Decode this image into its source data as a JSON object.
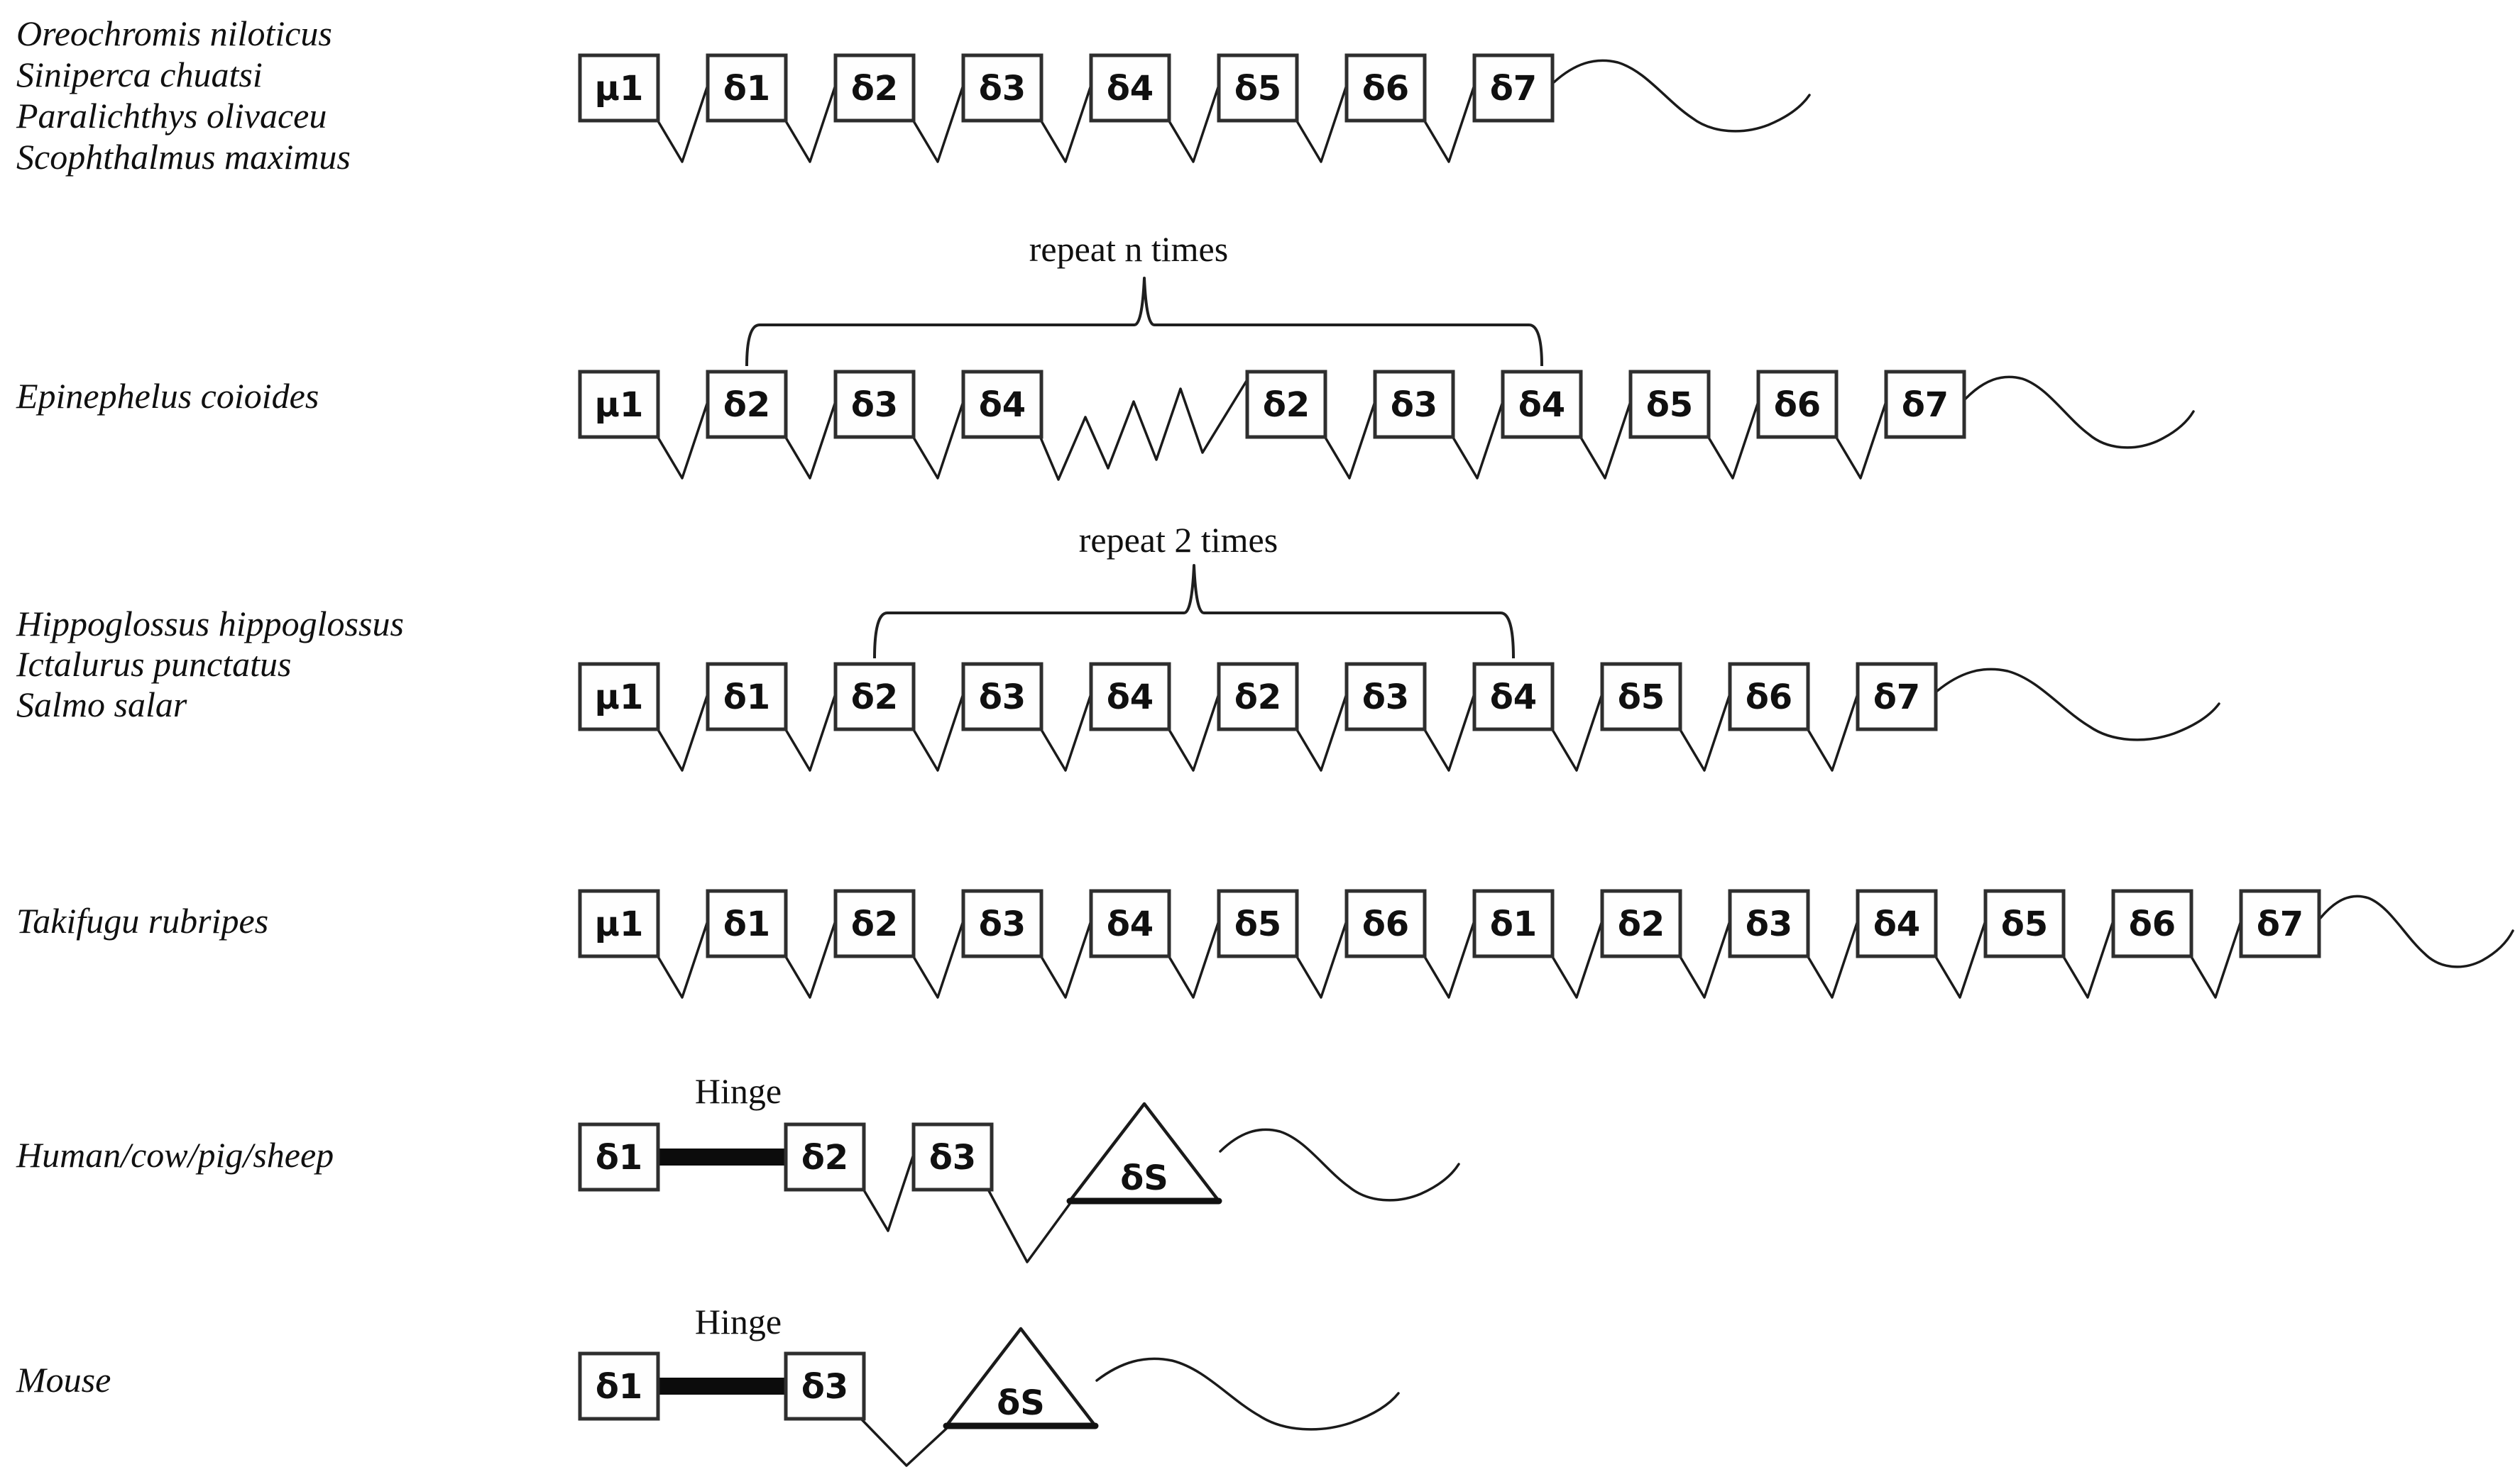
{
  "diagram": {
    "ink_color": "#1a1a1a",
    "background": "#ffffff",
    "rows": [
      {
        "species": [
          "Oreochromis niloticus",
          "Siniperca chuatsi",
          "Paralichthys olivaceu",
          "Scophthalmus maximus"
        ],
        "exons": [
          "μ1",
          "δ1",
          "δ2",
          "δ3",
          "δ4",
          "δ5",
          "δ6",
          "δ7"
        ]
      },
      {
        "species": [
          "Epinephelus coioides"
        ],
        "exons": [
          "μ1",
          "δ2",
          "δ3",
          "δ4",
          "δ2",
          "δ3",
          "δ4",
          "δ5",
          "δ6",
          "δ7"
        ],
        "repeat_label": "repeat n times"
      },
      {
        "species": [
          "Hippoglossus hippoglossus",
          "Ictalurus punctatus",
          "Salmo salar"
        ],
        "exons": [
          "μ1",
          "δ1",
          "δ2",
          "δ3",
          "δ4",
          "δ2",
          "δ3",
          "δ4",
          "δ5",
          "δ6",
          "δ7"
        ],
        "repeat_label": "repeat 2 times"
      },
      {
        "species": [
          "Takifugu rubripes"
        ],
        "exons": [
          "μ1",
          "δ1",
          "δ2",
          "δ3",
          "δ4",
          "δ5",
          "δ6",
          "δ1",
          "δ2",
          "δ3",
          "δ4",
          "δ5",
          "δ6",
          "δ7"
        ]
      },
      {
        "species": [
          "Human/cow/pig/sheep"
        ],
        "exons": [
          "δ1",
          "δ2",
          "δ3"
        ],
        "hinge_label": "Hinge",
        "secreted_exon": "δS"
      },
      {
        "species": [
          "Mouse"
        ],
        "exons": [
          "δ1",
          "δ3"
        ],
        "hinge_label": "Hinge",
        "secreted_exon": "δS"
      }
    ]
  }
}
